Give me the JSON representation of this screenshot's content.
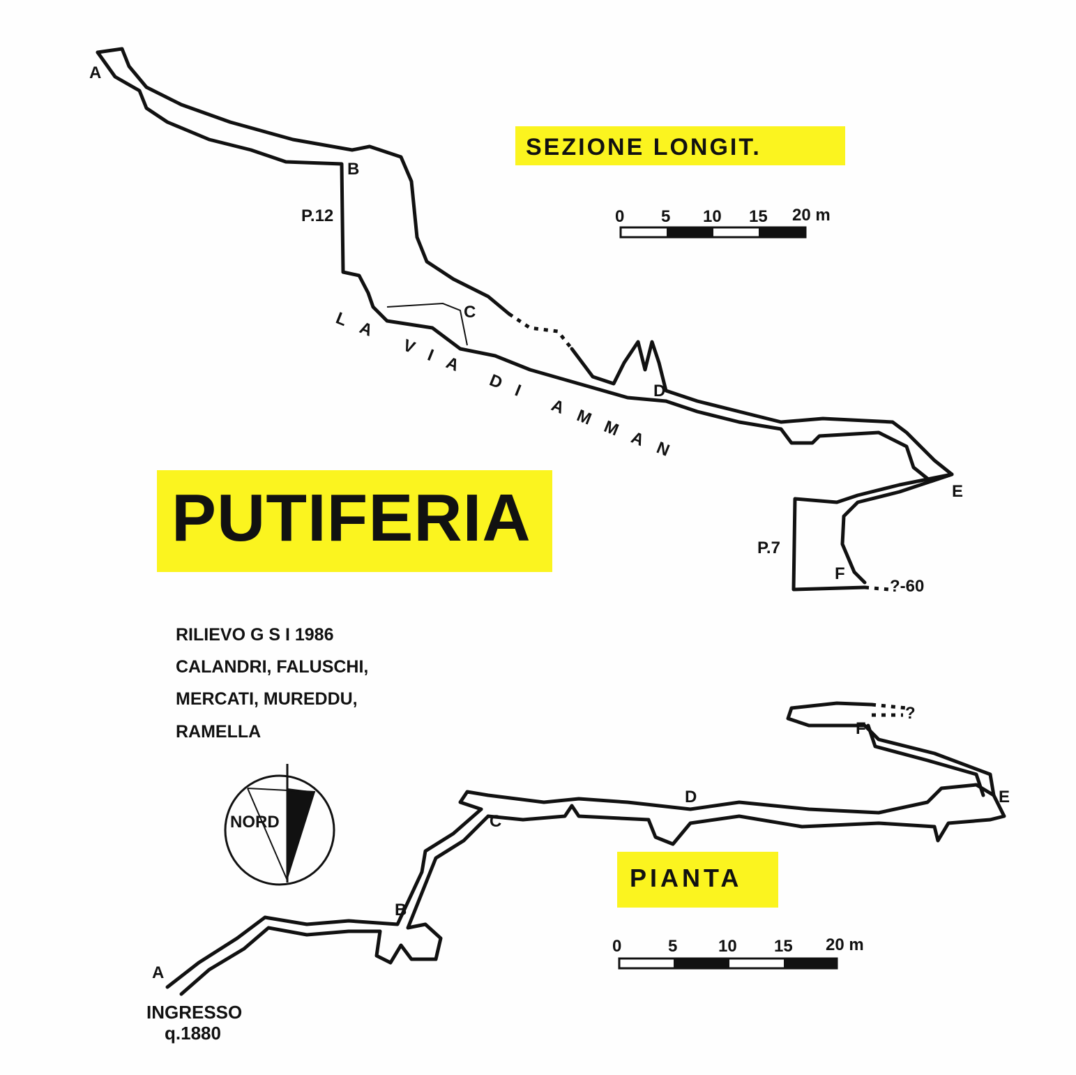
{
  "title": "PUTIFERIA",
  "section": {
    "label": "SEZIONE  LONGIT.",
    "scale_ticks": [
      "0",
      "5",
      "10",
      "15",
      "20 m"
    ],
    "passage_name": "LA VIA DI AMMAN",
    "points": [
      "A",
      "B",
      "C",
      "D",
      "E",
      "F"
    ],
    "pitches": [
      "P.12",
      "P.7"
    ],
    "depth_note": "?-60"
  },
  "plan": {
    "label": "PIANTA",
    "scale_ticks": [
      "0",
      "5",
      "10",
      "15",
      "20 m"
    ],
    "points": [
      "A",
      "B",
      "C",
      "D",
      "E",
      "F"
    ],
    "unknown_mark": "?",
    "entrance": "INGRESSO",
    "altitude": "q.1880"
  },
  "credits": [
    "RILIEVO  G S I   1986",
    "CALANDRI, FALUSCHI,",
    "MERCATI, MUREDDU,",
    "RAMELLA"
  ],
  "north_arrow": {
    "label": "NORD"
  },
  "colors": {
    "highlight": "#fbf41f",
    "ink": "#111111"
  }
}
